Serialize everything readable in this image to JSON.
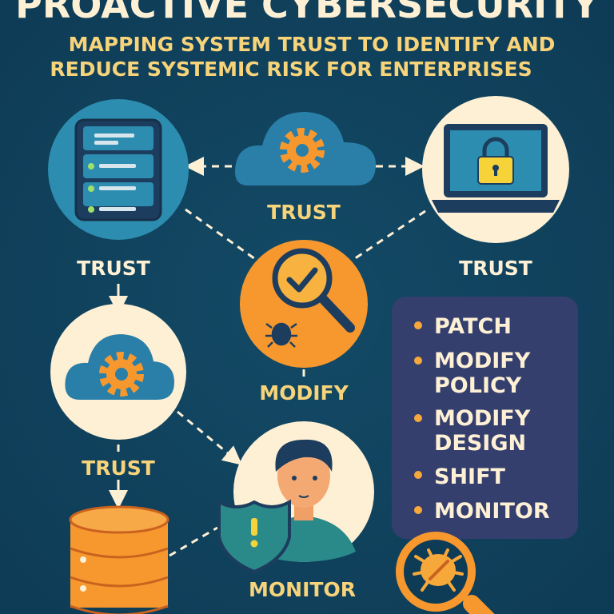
{
  "header": {
    "title": "PROACTIVE CYBERSECURITY",
    "subtitle_line1": "MAPPING SYSTEM TRUST TO IDENTIFY AND",
    "subtitle_line2": "REDUCE SYSTEMIC RISK FOR ENTERPRISES"
  },
  "labels": {
    "trust_cloud": "TRUST",
    "trust_server": "TRUST",
    "trust_laptop": "TRUST",
    "modify": "MODIFY",
    "trust_cloud_left": "TRUST",
    "monitor": "MONITOR"
  },
  "actions": {
    "items": [
      "PATCH",
      "MODIFY",
      "POLICY",
      "MODIFY",
      "DESIGN",
      "SHIFT",
      "MONITOR"
    ]
  },
  "colors": {
    "background": "#0f3f5a",
    "cream": "#fdf0d5",
    "yellow": "#f7d37a",
    "orange": "#f7982f",
    "teal": "#2c8db0",
    "panel": "#353f6e"
  }
}
